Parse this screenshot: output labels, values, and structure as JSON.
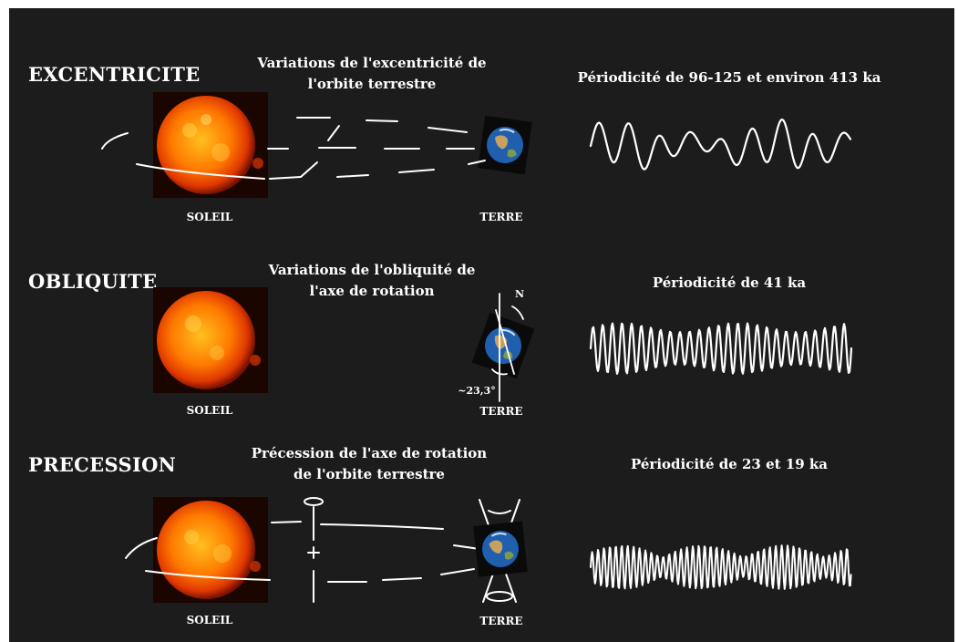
{
  "sections": [
    {
      "title": "EXCENTRICITE",
      "subtitle_lines": [
        "Variations de l'excentricité de",
        "l'orbite terrestre"
      ],
      "periodicity": "Périodicité de 96-125 et environ 413 ka",
      "sun_label": "SOLEIL",
      "earth_label": "TERRE"
    },
    {
      "title": "OBLIQUITE",
      "subtitle_lines": [
        "Variations de l'obliquité de",
        "l'axe de rotation"
      ],
      "periodicity": "Périodicité de 41 ka",
      "sun_label": "SOLEIL",
      "earth_label": "TERRE",
      "north_label": "N",
      "angle_label": "~23,3°"
    },
    {
      "title": "PRECESSION",
      "subtitle_lines": [
        "Précession de l'axe de rotation",
        "de l'orbite terrestre"
      ],
      "periodicity": "Périodicité de 23 et 19 ka",
      "sun_label": "SOLEIL",
      "earth_label": "TERRE"
    }
  ],
  "colors": {
    "background": "#1c1c1c",
    "text": "#ffffff",
    "sun_core": "#ffb400",
    "sun_edge": "#c42000",
    "ocean": "#1f5fae",
    "land": "#c8a060"
  }
}
